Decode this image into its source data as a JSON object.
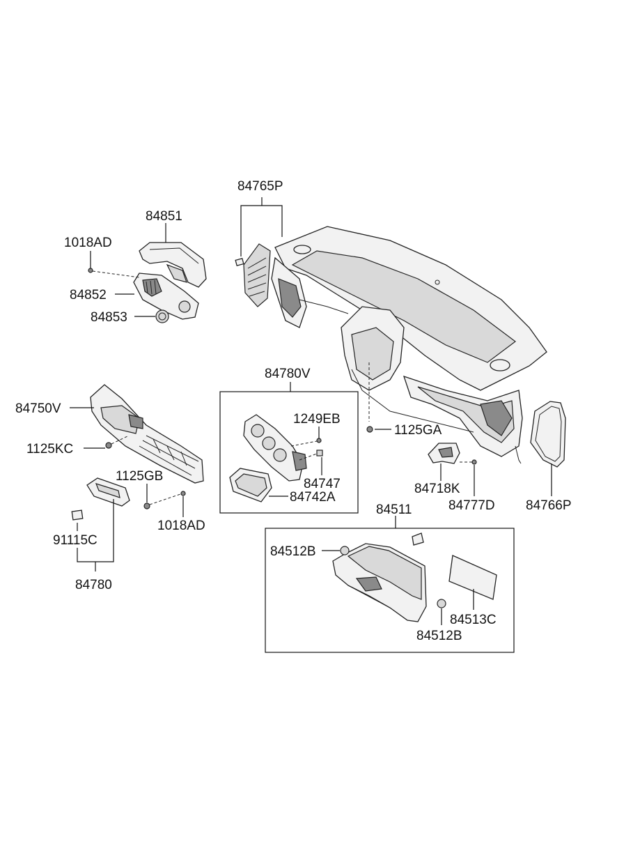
{
  "labels": {
    "p84765P": "84765P",
    "p84851": "84851",
    "p1018AD_top": "1018AD",
    "p84852": "84852",
    "p84853": "84853",
    "p84780V": "84780V",
    "p84750V": "84750V",
    "p1249EB": "1249EB",
    "p1125GA": "1125GA",
    "p1125KC": "1125KC",
    "p84747": "84747",
    "p1125GB": "1125GB",
    "p84742A": "84742A",
    "p84718K": "84718K",
    "p84777D": "84777D",
    "p84766P": "84766P",
    "p1018AD_bottom": "1018AD",
    "p84511": "84511",
    "p91115C": "91115C",
    "p84512B_left": "84512B",
    "p84780": "84780",
    "p84513C": "84513C",
    "p84512B_right": "84512B"
  }
}
